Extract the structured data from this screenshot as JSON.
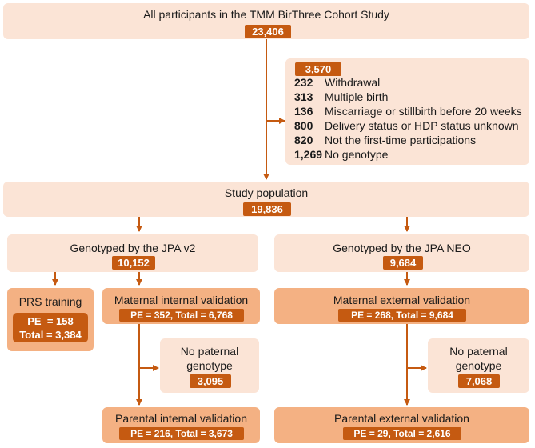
{
  "all": {
    "label": "All participants in the TMM BirThree Cohort Study",
    "count": "23,406"
  },
  "exclusion": {
    "count": "3,570",
    "items": [
      {
        "n": "232",
        "reason": "Withdrawal"
      },
      {
        "n": "313",
        "reason": "Multiple birth"
      },
      {
        "n": "136",
        "reason": "Miscarriage or stillbirth before 20 weeks"
      },
      {
        "n": "800",
        "reason": "Delivery status or HDP status unknown"
      },
      {
        "n": "820",
        "reason": "Not the first-time participations"
      },
      {
        "n": "1,269",
        "reason": "No genotype"
      }
    ]
  },
  "study": {
    "label": "Study population",
    "count": "19,836"
  },
  "jpa_v2": {
    "label": "Genotyped by the JPA v2",
    "count": "10,152"
  },
  "jpa_neo": {
    "label": "Genotyped by the JPA NEO",
    "count": "9,684"
  },
  "prs": {
    "label": "PRS training",
    "pe": "PE  = 158",
    "total": "Total = 3,384"
  },
  "mat_int": {
    "label": "Maternal internal validation",
    "stats": "PE = 352, Total = 6,768"
  },
  "mat_ext": {
    "label": "Maternal external validation",
    "stats": "PE = 268, Total = 9,684"
  },
  "nopat_left": {
    "line1": "No paternal",
    "line2": "genotype",
    "count": "3,095"
  },
  "nopat_right": {
    "line1": "No paternal",
    "line2": "genotype",
    "count": "7,068"
  },
  "par_int": {
    "label": "Parental internal validation",
    "stats": "PE = 216, Total = 3,673"
  },
  "par_ext": {
    "label": "Parental external validation",
    "stats": "PE = 29, Total = 2,616"
  },
  "colors": {
    "light": "#fbe4d6",
    "mid": "#f4b183",
    "tag": "#c55a11",
    "arrow": "#c55a11"
  }
}
